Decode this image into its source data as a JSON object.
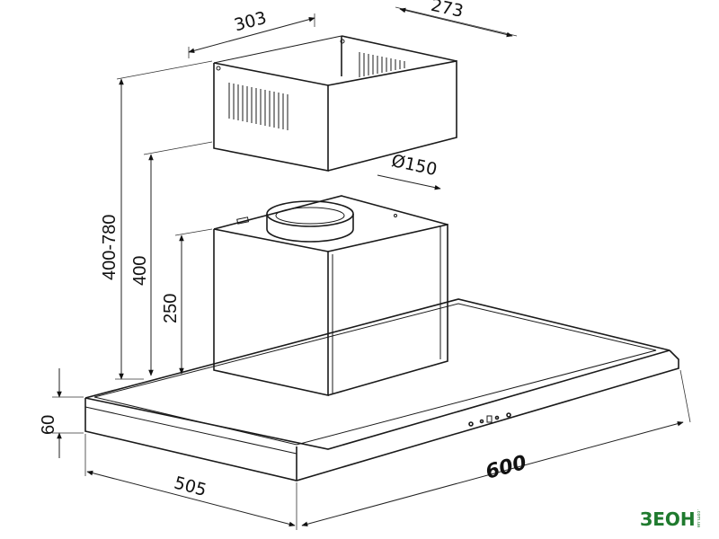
{
  "dimensions": {
    "chimney_width": "303",
    "chimney_depth": "273",
    "duct_diameter": "Ø150",
    "chimney_height_range": "400-780",
    "height_400": "400",
    "height_250": "250",
    "hood_height": "60",
    "hood_depth": "505",
    "hood_width": "600"
  },
  "logo": {
    "text": "ЗЕОH",
    "sub": ".com.ua"
  },
  "colors": {
    "line": "#1a1a1a",
    "logo": "#1f7a2e"
  }
}
